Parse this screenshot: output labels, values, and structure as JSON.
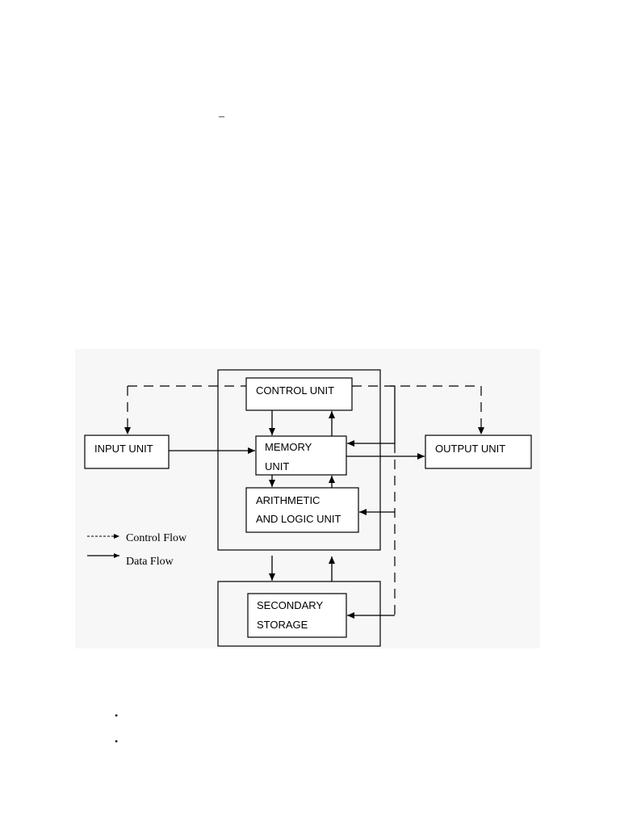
{
  "page": {
    "top_dash": "–"
  },
  "diagram": {
    "background_color": "#f7f7f7",
    "line_color": "#000000",
    "boxes": {
      "control_unit": [
        "CONTROL UNIT"
      ],
      "memory_unit": [
        "MEMORY",
        "UNIT"
      ],
      "alu": [
        "ARITHMETIC",
        "AND LOGIC UNIT"
      ],
      "input_unit": [
        "INPUT UNIT"
      ],
      "output_unit": [
        "OUTPUT UNIT"
      ],
      "secondary_storage": [
        "SECONDARY",
        "STORAGE"
      ]
    },
    "legend": {
      "control_flow": "Control Flow",
      "data_flow": "Data Flow"
    }
  },
  "list": {
    "bullets": [
      "•",
      "•"
    ]
  }
}
